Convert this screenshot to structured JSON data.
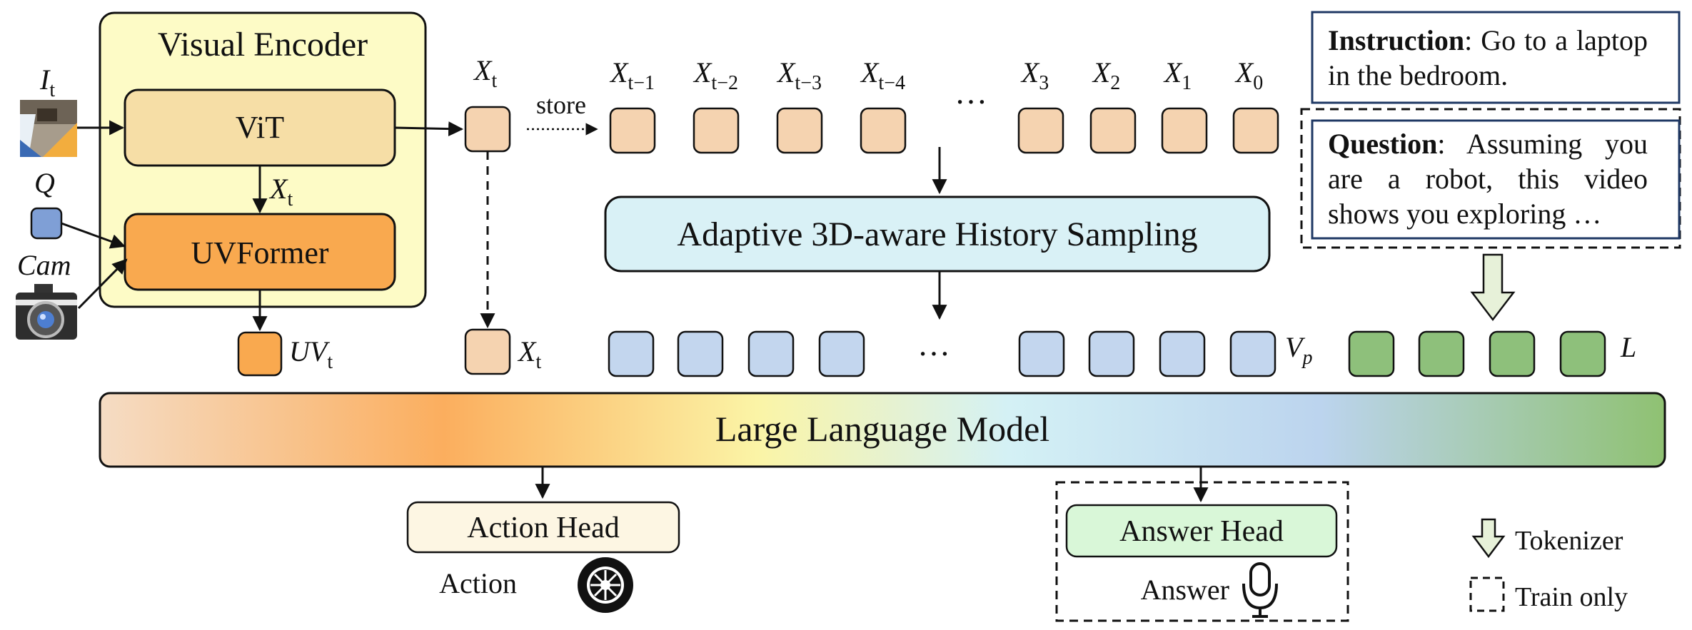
{
  "encoder": {
    "title": "Visual Encoder",
    "vit": "ViT",
    "uvformer": "UVFormer",
    "xt_mid": "t"
  },
  "inputs": {
    "image_label": "I",
    "image_sub": "t",
    "query_label": "Q",
    "cam_label": "Cam"
  },
  "current": {
    "xt_label": "X",
    "xt_sub": "t",
    "store_label": "store"
  },
  "history": {
    "tokens": [
      {
        "label": "X",
        "sub": "t−1"
      },
      {
        "label": "X",
        "sub": "t−2"
      },
      {
        "label": "X",
        "sub": "t−3"
      },
      {
        "label": "X",
        "sub": "t−4"
      },
      {
        "label": "X",
        "sub": "3"
      },
      {
        "label": "X",
        "sub": "2"
      },
      {
        "label": "X",
        "sub": "1"
      },
      {
        "label": "X",
        "sub": "0"
      }
    ],
    "ellipsis": "…"
  },
  "sampling": {
    "label": "Adaptive 3D-aware History Sampling"
  },
  "bottom_row": {
    "uv_label": "UV",
    "uv_sub": "t",
    "xt_label": "X",
    "xt_sub": "t",
    "vp_label": "V",
    "vp_sub": "p",
    "l_label": "L",
    "ellipsis": "…"
  },
  "llm": {
    "label": "Large Language Model"
  },
  "heads": {
    "action_head": "Action Head",
    "action_label": "Action",
    "answer_head": "Answer Head",
    "answer_label": "Answer"
  },
  "instruction": {
    "heading": "Instruction",
    "text": ": Go to a laptop in the bedroom."
  },
  "question": {
    "heading": "Question",
    "text": ": Assuming you are a robot, this video shows you exploring …"
  },
  "legend": {
    "tokenizer": "Tokenizer",
    "train_only": "Train only"
  },
  "colors": {
    "encoder_bg": "#fdfbc6",
    "vit_fill": "#f6dea6",
    "uvformer_fill": "#f9a94f",
    "visual_token": "#f5d3b0",
    "query_token": "#7f9fd6",
    "vision_token": "#c3d6ee",
    "lang_token": "#8ec07b",
    "sampling_fill": "#d9f1f6",
    "action_head_fill": "#fdf6e3",
    "answer_head_fill": "#d9f7d8",
    "tokenizer_arrow": "#e7f1d9"
  }
}
